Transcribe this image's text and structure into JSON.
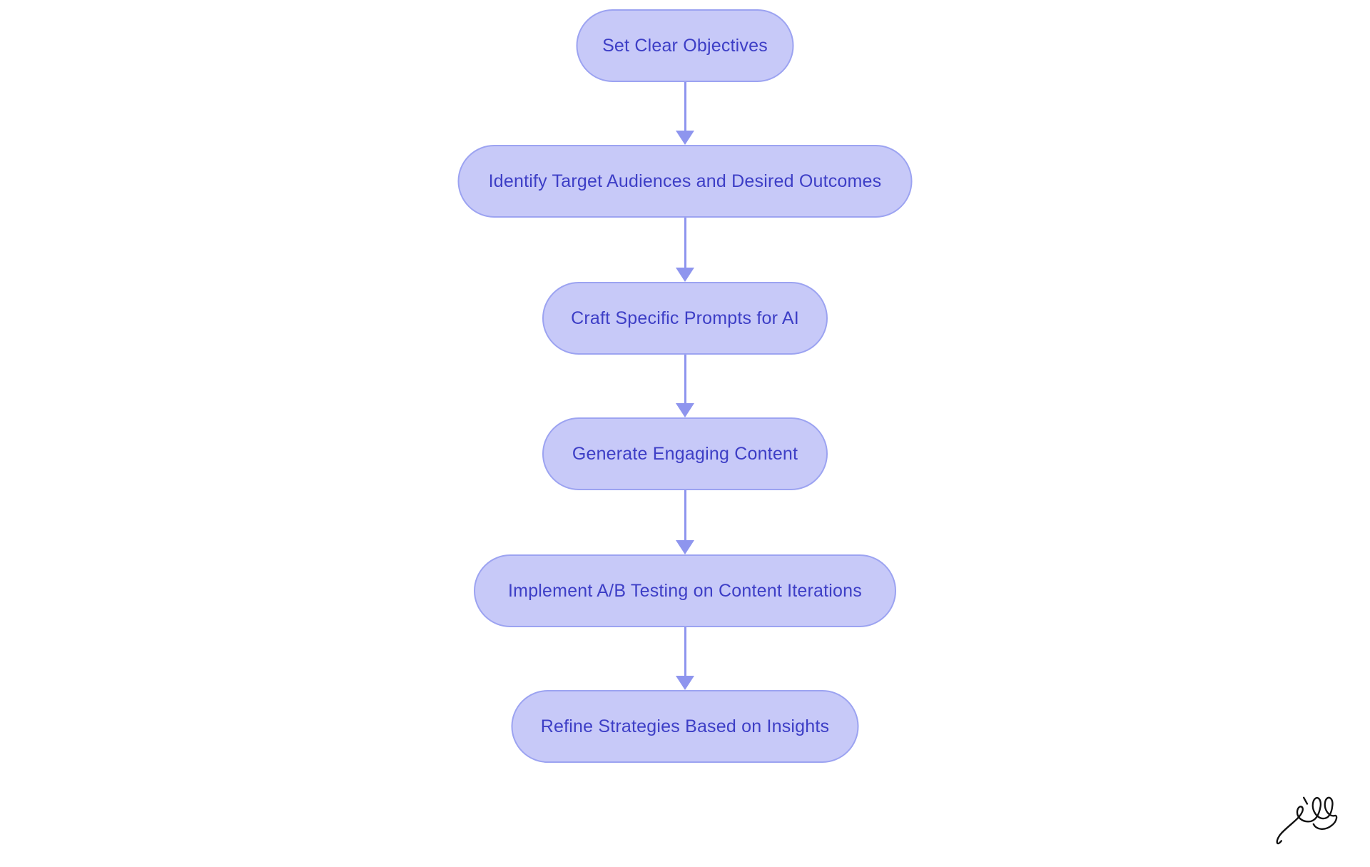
{
  "colors": {
    "background": "#ffffff",
    "node_fill": "#c7c9f8",
    "node_border": "#9ca3f1",
    "node_text": "#3d3ec6",
    "arrow": "#8e95ee",
    "signature_ink": "#111111"
  },
  "flowchart": {
    "type": "vertical-flow",
    "direction": "top-down",
    "nodes": [
      {
        "label": "Set Clear Objectives"
      },
      {
        "label": "Identify Target Audiences and Desired Outcomes"
      },
      {
        "label": "Craft Specific Prompts for AI"
      },
      {
        "label": "Generate Engaging Content"
      },
      {
        "label": "Implement A/B Testing on Content Iterations"
      },
      {
        "label": "Refine Strategies Based on Insights"
      }
    ],
    "edges": [
      [
        0,
        1
      ],
      [
        1,
        2
      ],
      [
        2,
        3
      ],
      [
        3,
        4
      ],
      [
        4,
        5
      ]
    ]
  },
  "signature": {
    "description": "handwritten signature"
  }
}
